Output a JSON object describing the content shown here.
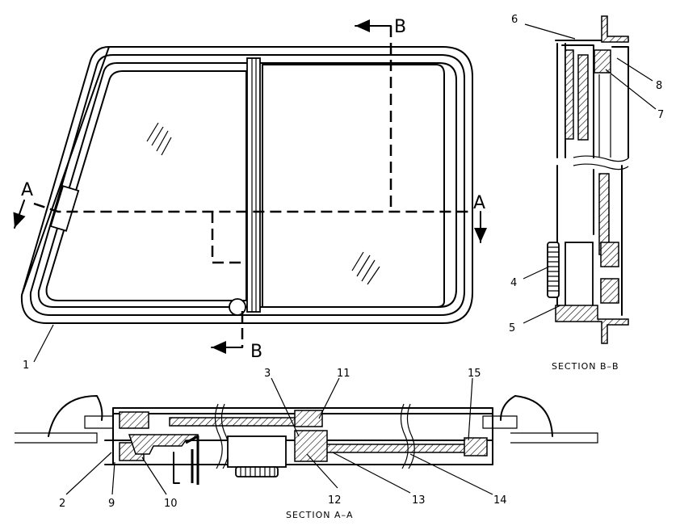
{
  "labels": {
    "p1": "1",
    "p2": "2",
    "p3": "3",
    "p4": "4",
    "p5": "5",
    "p6": "6",
    "p7": "7",
    "p8": "8",
    "p9": "9",
    "p10": "10",
    "p11": "11",
    "p12": "12",
    "p13": "13",
    "p14": "14",
    "p15": "15"
  },
  "section_marks": {
    "a_left": "A",
    "a_right": "A",
    "b_top": "B",
    "b_bottom": "B"
  },
  "captions": {
    "section_bb": "SECTION B–B",
    "section_aa": "SECTION A–A"
  }
}
